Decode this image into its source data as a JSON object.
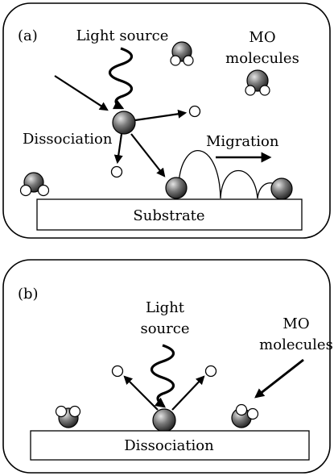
{
  "panel_a": {
    "tag": "(a)",
    "light_source_label": "Light source",
    "mo_label_line1": "MO",
    "mo_label_line2": "molecules",
    "dissociation_label": "Dissociation",
    "migration_label": "Migration",
    "substrate_label": "Substrate"
  },
  "panel_b": {
    "tag": "(b)",
    "light_label_line1": "Light",
    "light_label_line2": "source",
    "mo_label_line1": "MO",
    "mo_label_line2": "molecules",
    "substrate_label": "Dissociation"
  },
  "colors": {
    "stroke": "#000000",
    "sphere_light": "#d9d9d9",
    "sphere_mid": "#6e6e6e",
    "sphere_dark": "#1e1e1e",
    "ligand": "#ffffff"
  }
}
